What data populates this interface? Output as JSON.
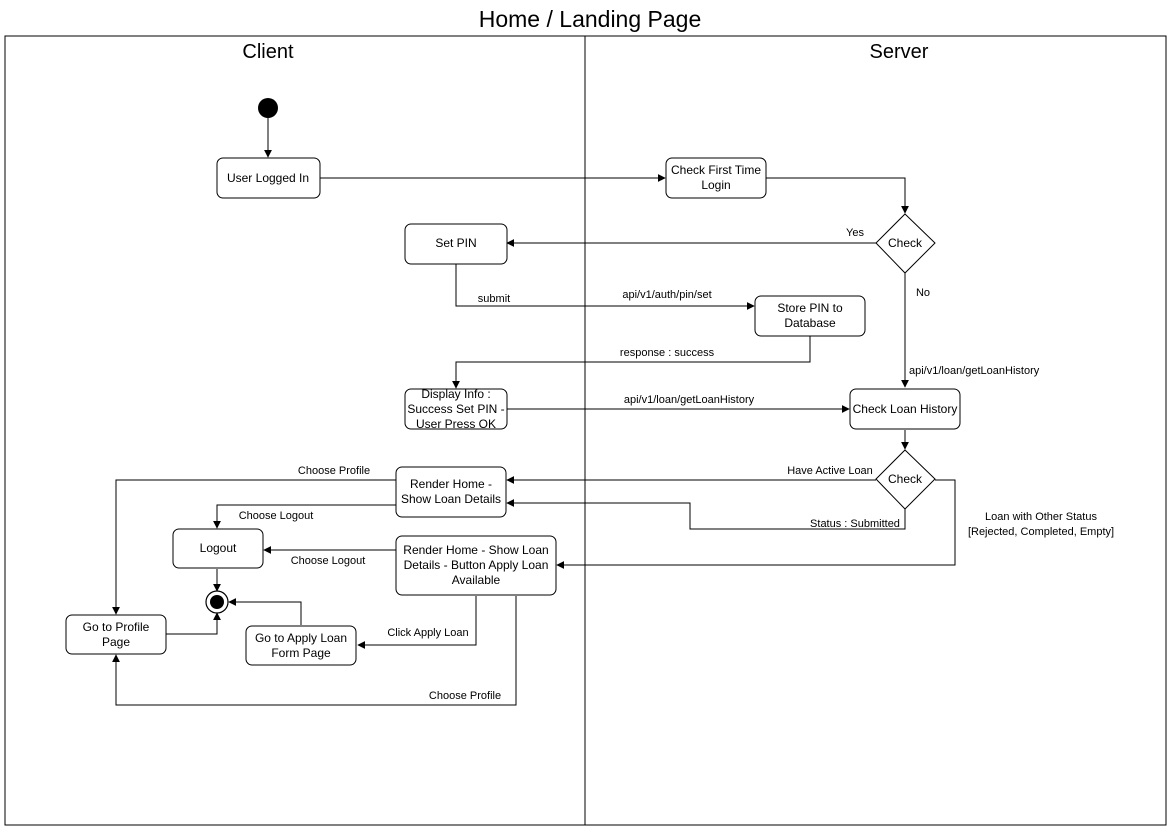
{
  "title": "Home / Landing Page",
  "lanes": {
    "client": "Client",
    "server": "Server"
  },
  "nodes": {
    "user_logged_in": "User Logged In",
    "check_first_time": [
      "Check First Time",
      "Login"
    ],
    "decision_first": "Check",
    "set_pin": "Set PIN",
    "store_pin": [
      "Store PIN to",
      "Database"
    ],
    "display_info": [
      "Display Info :",
      "Success Set PIN -",
      "User Press OK"
    ],
    "check_loan_history": "Check Loan History",
    "decision_loan": "Check",
    "render_home_details": [
      "Render Home -",
      "Show Loan Details"
    ],
    "logout": "Logout",
    "render_home_apply": [
      "Render Home - Show Loan",
      "Details - Button Apply Loan",
      "Available"
    ],
    "go_profile": [
      "Go to Profile",
      "Page"
    ],
    "go_apply_loan": [
      "Go to Apply Loan",
      "Form Page"
    ]
  },
  "edges": {
    "yes": "Yes",
    "no": "No",
    "submit": "submit",
    "api_pin_set": "api/v1/auth/pin/set",
    "response_success": "response : success",
    "api_loan_history_server": "api/v1/loan/getLoanHistory",
    "api_loan_history_client": "api/v1/loan/getLoanHistory",
    "have_active_loan": "Have Active Loan",
    "status_submitted": "Status : Submitted",
    "other_status": [
      "Loan with Other Status",
      "[Rejected, Completed, Empty]"
    ],
    "choose_profile_top": "Choose Profile",
    "choose_logout_top": "Choose Logout",
    "choose_logout_mid": "Choose Logout",
    "click_apply_loan": "Click Apply Loan",
    "choose_profile_bottom": "Choose Profile"
  }
}
